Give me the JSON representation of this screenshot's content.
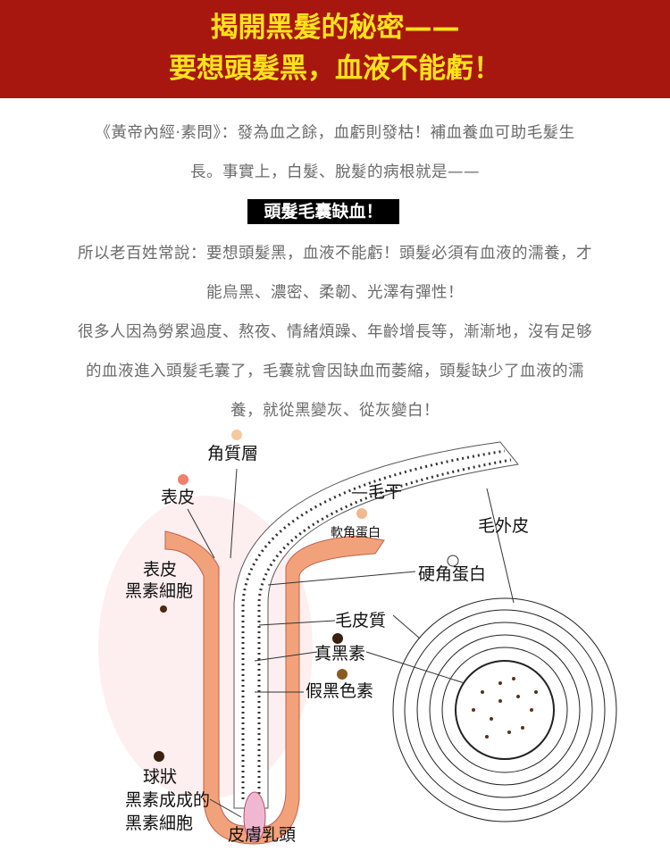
{
  "header": {
    "line1": "揭開黑髮的秘密——",
    "line2": "要想頭髮黑，血液不能虧！"
  },
  "body": {
    "lines": [
      "《黃帝內經·素問》：發為血之餘，血虧則發枯！補血養血可助毛髮生",
      "長。事實上，白髮、脫髮的病根就是——"
    ],
    "highlight": "頭髮毛囊缺血！",
    "lines2": [
      "所以老百姓常說：要想頭髮黑，血液不能虧！頭髮必須有血液的濡養，才",
      "能烏黑、濃密、柔韌、光澤有彈性！",
      "很多人因為勞累過度、熬夜、情緒煩躁、年齡增長等，漸漸地，沒有足够",
      "的血液進入頭髮毛囊了，毛囊就會因缺血而萎縮，頭髮缺少了血液的濡",
      "養，就從黑變灰、從灰變白！"
    ]
  },
  "diagram": {
    "labels": {
      "stratum": "角質層",
      "epidermis": "表皮",
      "shaft": "—毛干",
      "soft_keratin": "軟角蛋白",
      "cuticle": "毛外皮",
      "melanocyte1": "表皮",
      "melanocyte2": "黑素細胞",
      "hard_keratin": "硬角蛋白",
      "cortex": "毛皮質",
      "eumelanin": "真黑素",
      "pheomelanin": "假黑色素",
      "bulb1": "球狀",
      "bulb2": "黑素成成的",
      "bulb3": "黑素細胞",
      "papilla": "皮膚乳頭"
    }
  }
}
